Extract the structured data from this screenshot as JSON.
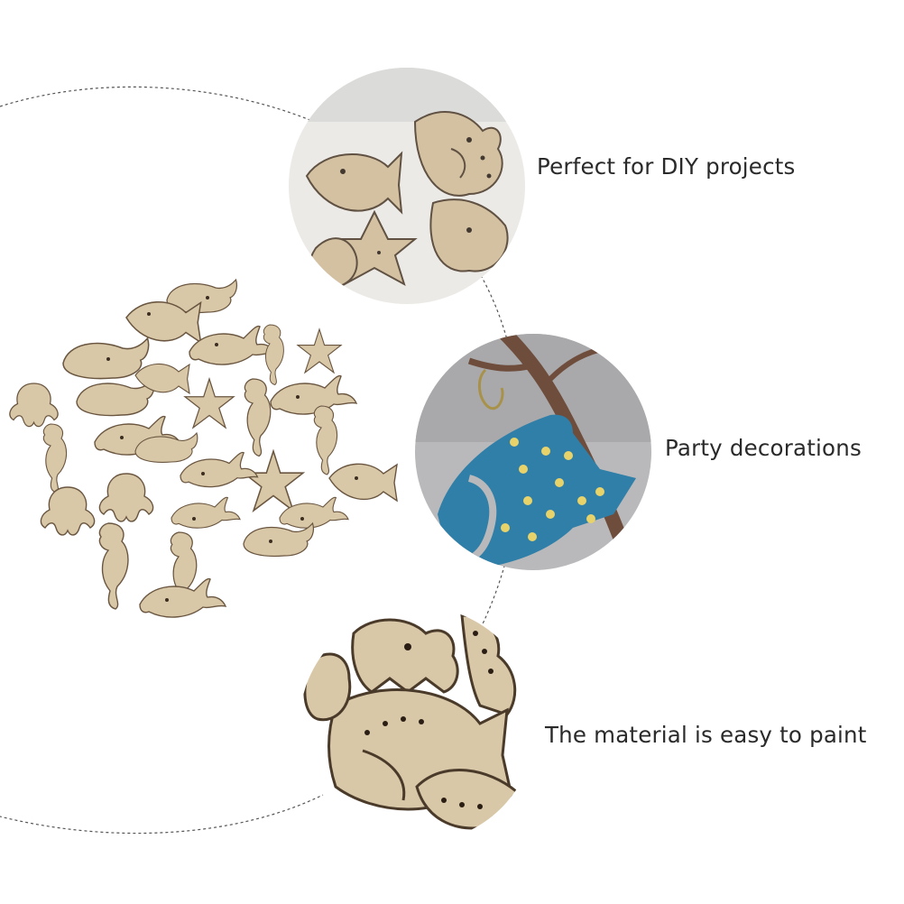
{
  "features": [
    {
      "label": "Perfect for DIY projects",
      "icon": "bagged-wood-pieces-photo"
    },
    {
      "label": "Party decorations",
      "icon": "hanging-blue-fish-ornament-photo"
    },
    {
      "label": "The material is easy to paint",
      "icon": "wood-piece-closeup-photo"
    }
  ],
  "colors": {
    "wood": "#d9c8a8",
    "wood_edge": "#6a5640",
    "fish_blue": "#2f7fa8",
    "dot_yellow": "#e8d36a",
    "ring": "#555555"
  }
}
